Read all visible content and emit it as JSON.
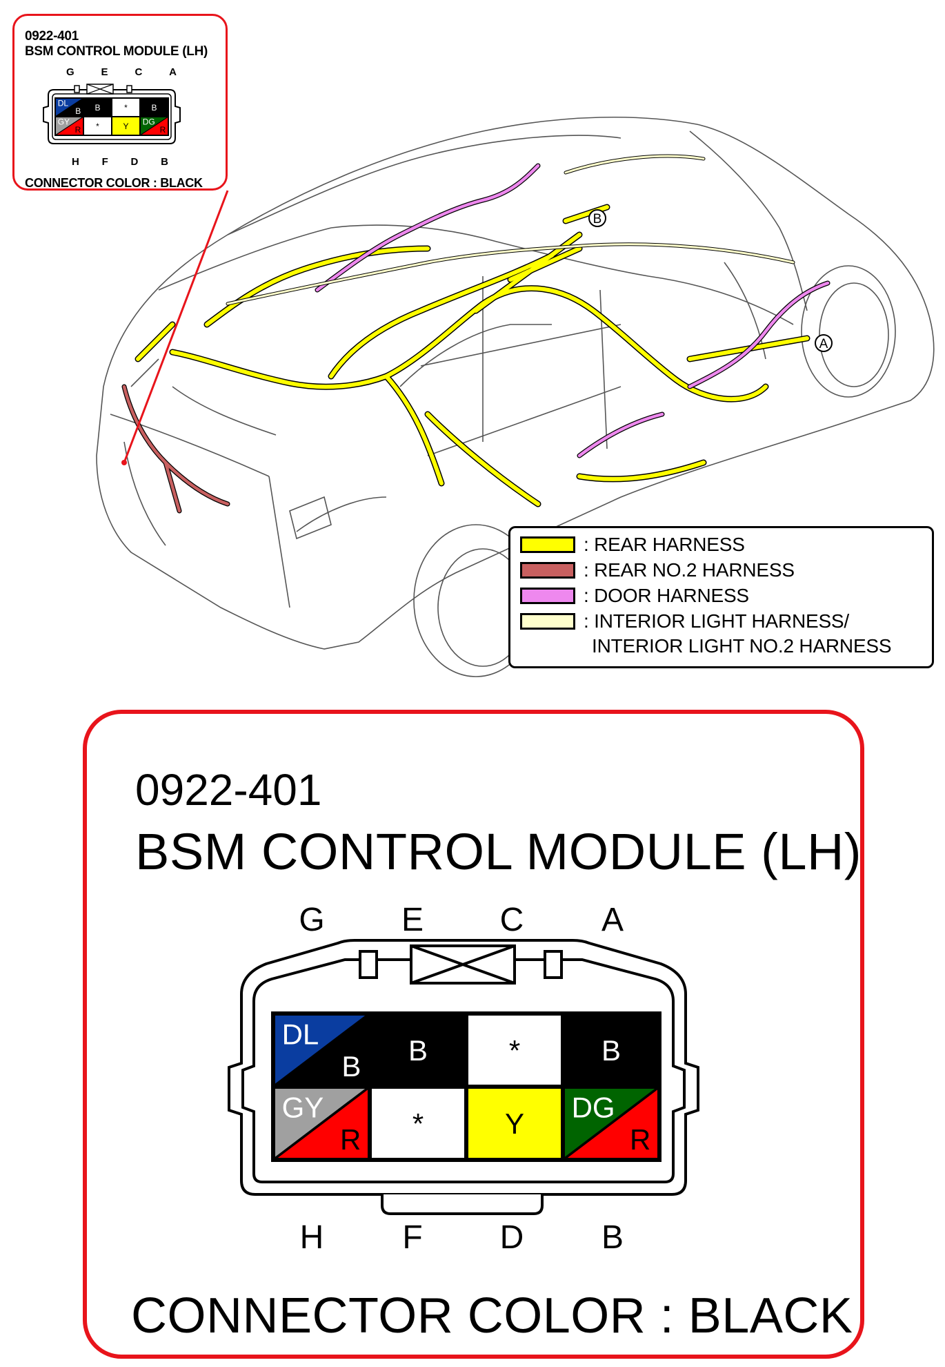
{
  "title": "BSM Control Module (LH) connector location",
  "connector": {
    "code": "0922-401",
    "name": "BSM CONTROL MODULE (LH)",
    "color_label": "CONNECTOR COLOR : BLACK",
    "top_pin_labels": [
      "G",
      "E",
      "C",
      "A"
    ],
    "bottom_pin_labels": [
      "H",
      "F",
      "D",
      "B"
    ],
    "cells_top": [
      {
        "pin": "G",
        "wire": "DL/B",
        "main": "DL",
        "stripe": "B",
        "main_color": "#0a3da0",
        "stripe_color": "#000000"
      },
      {
        "pin": "E",
        "wire": "B",
        "main": "B",
        "main_color": "#000000"
      },
      {
        "pin": "C",
        "wire": "*",
        "main": "*",
        "main_color": "#ffffff"
      },
      {
        "pin": "A",
        "wire": "B",
        "main": "B",
        "main_color": "#000000"
      }
    ],
    "cells_bottom": [
      {
        "pin": "H",
        "wire": "GY/R",
        "main": "GY",
        "stripe": "R",
        "main_color": "#a0a0a0",
        "stripe_color": "#ff0000"
      },
      {
        "pin": "F",
        "wire": "*",
        "main": "*",
        "main_color": "#ffffff"
      },
      {
        "pin": "D",
        "wire": "Y",
        "main": "Y",
        "main_color": "#ffff00"
      },
      {
        "pin": "B",
        "wire": "DG/R",
        "main": "DG",
        "stripe": "R",
        "main_color": "#006400",
        "stripe_color": "#ff0000"
      }
    ]
  },
  "callout_labels": {
    "a": "A",
    "b": "B"
  },
  "legend": [
    {
      "label": ": REAR HARNESS",
      "color": "#ffff00"
    },
    {
      "label": ": REAR NO.2 HARNESS",
      "color": "#c86060"
    },
    {
      "label": ": DOOR HARNESS",
      "color": "#ee88ee"
    },
    {
      "label": ": INTERIOR LIGHT HARNESS/",
      "color": "#ffffcc"
    },
    {
      "label": "INTERIOR LIGHT NO.2 HARNESS"
    }
  ],
  "colors": {
    "callout_border": "#e8141b",
    "rear_harness": "#ffff00",
    "rear_no2": "#c86060",
    "door": "#ee88ee",
    "interior": "#ffffcc"
  }
}
